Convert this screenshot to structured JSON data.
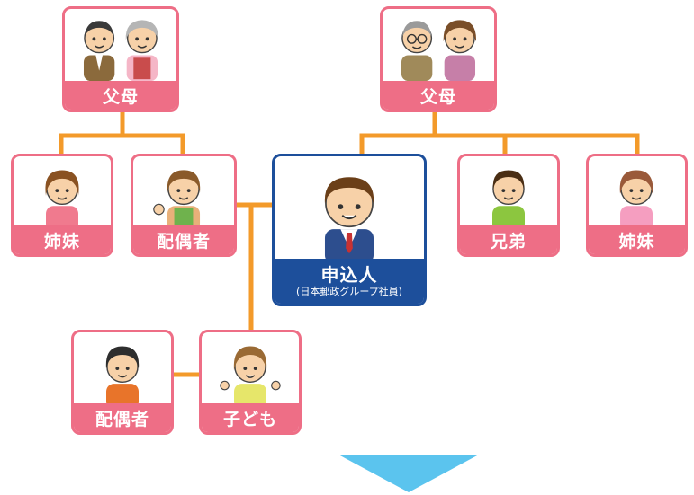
{
  "colors": {
    "relative_border": "#ee6e86",
    "self_border": "#1d4f9b",
    "connector": "#f39a2a",
    "arrow": "#5bc4ee"
  },
  "cards": {
    "paternal_parents": {
      "label": "父母",
      "icon": "grandparents-icon"
    },
    "maternal_parents": {
      "label": "父母",
      "icon": "grandparents-glasses-icon"
    },
    "older_sister_left": {
      "label": "姉妹",
      "icon": "woman-icon"
    },
    "spouse": {
      "label": "配偶者",
      "icon": "woman-apron-icon"
    },
    "self": {
      "label": "申込人",
      "sublabel": "(日本郵政グループ社員)",
      "icon": "man-suit-icon"
    },
    "brother": {
      "label": "兄弟",
      "icon": "boy-icon"
    },
    "sister_right": {
      "label": "姉妹",
      "icon": "woman-pink-icon"
    },
    "child_spouse": {
      "label": "配偶者",
      "icon": "man-icon"
    },
    "child": {
      "label": "子ども",
      "icon": "child-icon"
    }
  },
  "arrow_icon": "down-arrow-icon"
}
